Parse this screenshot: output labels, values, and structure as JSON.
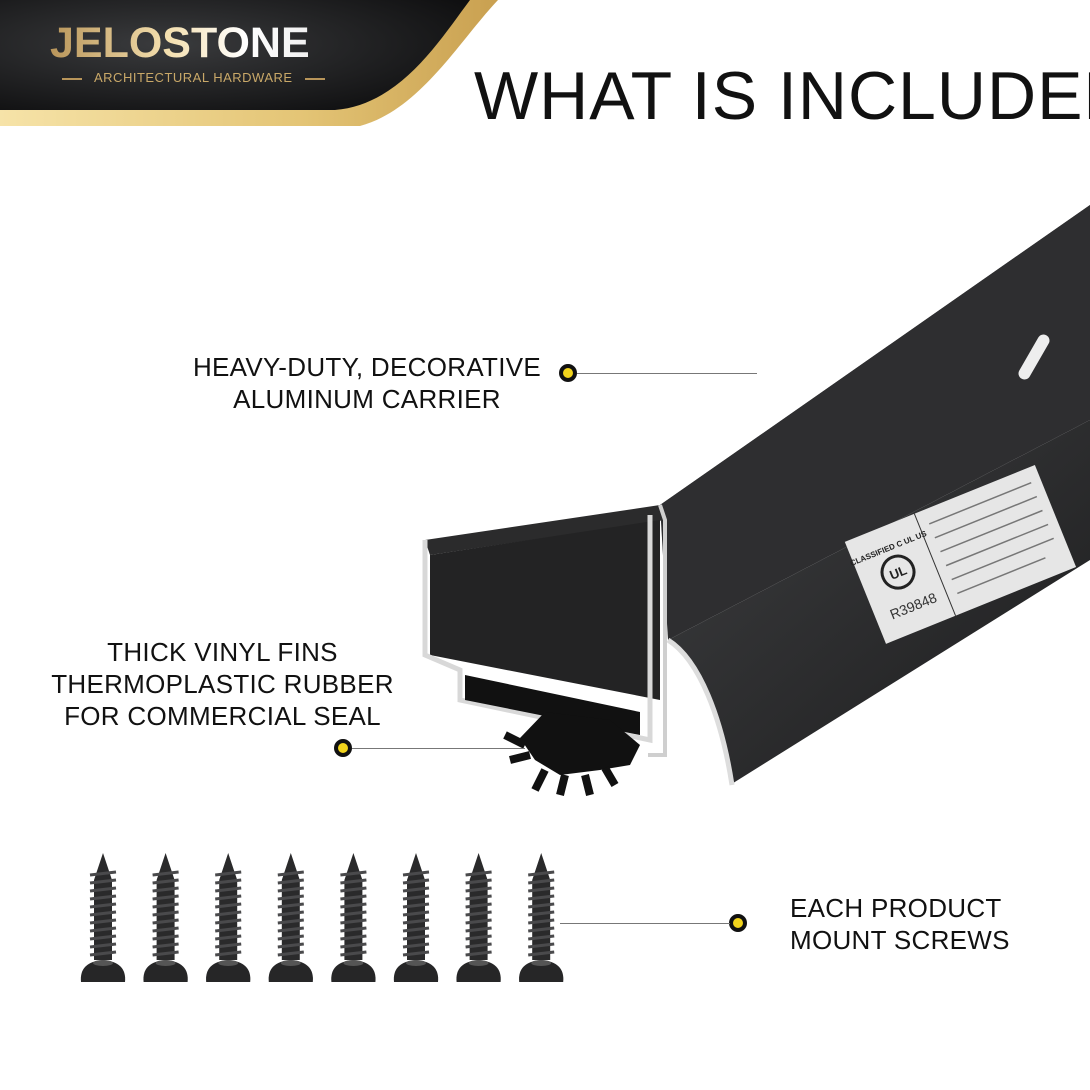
{
  "brand": {
    "name": "JELOSTONE",
    "tagline": "ARCHITECTURAL HARDWARE"
  },
  "header": {
    "title": "WHAT IS INCLUDED"
  },
  "callouts": [
    {
      "lines": [
        "HEAVY-DUTY, DECORATIVE",
        "ALUMINUM CARRIER"
      ]
    },
    {
      "lines": [
        "THICK VINYL FINS",
        "THERMOPLASTIC RUBBER",
        "FOR COMMERCIAL SEAL"
      ]
    },
    {
      "lines": [
        "EACH PRODUCT",
        "MOUNT SCREWS"
      ]
    }
  ],
  "label": {
    "mark": "CLASSIFIED C UL US",
    "number": "R39848"
  },
  "screws": {
    "count": 8
  },
  "colors": {
    "gold": "#d9b86a",
    "dark": "#1a1a1a",
    "dot": "#f2d41c"
  }
}
